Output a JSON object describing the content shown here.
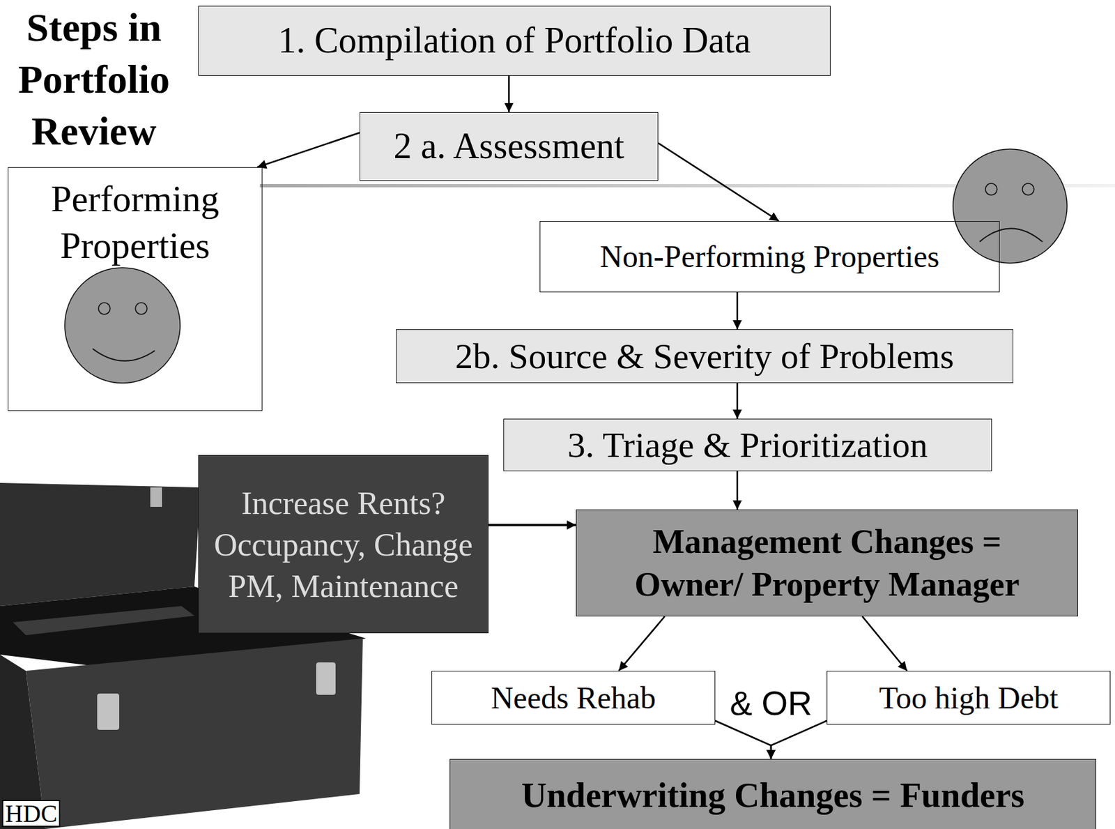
{
  "diagram": {
    "title": "Steps in Portfolio Review",
    "nodes": [
      {
        "text": [
          "1. Compilation of Portfolio Data"
        ]
      },
      {
        "text": [
          "2 a. Assessment"
        ]
      },
      {
        "text": [
          "Performing Properties"
        ]
      },
      {
        "text": [
          "Non-Performing Properties"
        ]
      },
      {
        "text": [
          "2b. Source & Severity of Problems"
        ]
      },
      {
        "text": [
          "3. Triage & Prioritization"
        ]
      },
      {
        "text": [
          "Increase Rents? Occupancy, Change PM, Maintenance"
        ]
      },
      {
        "text": [
          "Management Changes = Owner/ Property Manager"
        ]
      },
      {
        "text": [
          "Needs Rehab"
        ]
      },
      {
        "text": [
          "Too high Debt"
        ]
      },
      {
        "text": [
          "Underwriting Changes = Funders"
        ]
      }
    ],
    "edges": [
      {
        "from": 0,
        "to": 1,
        "arrow": "to"
      },
      {
        "from": 1,
        "to": 2,
        "arrow": "to"
      },
      {
        "from": 1,
        "to": 3,
        "arrow": "to"
      },
      {
        "from": 3,
        "to": 4,
        "arrow": "to"
      },
      {
        "from": 4,
        "to": 5,
        "arrow": "to"
      },
      {
        "from": 5,
        "to": 7,
        "arrow": "to"
      },
      {
        "from": 6,
        "to": 7,
        "arrow": "to"
      },
      {
        "from": 7,
        "to": 8,
        "arrow": "to"
      },
      {
        "from": 7,
        "to": 9,
        "arrow": "to"
      },
      {
        "from": 8,
        "to": 10,
        "arrow": "to"
      },
      {
        "from": 9,
        "to": 10,
        "arrow": "to"
      }
    ],
    "labels": [
      "& OR",
      "HDC"
    ]
  }
}
